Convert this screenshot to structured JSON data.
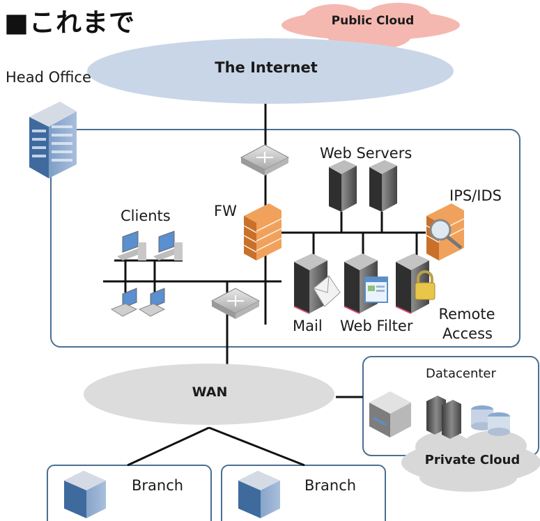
{
  "heading": "■これまで",
  "clouds": {
    "public": "Public Cloud",
    "internet": "The Internet",
    "wan": "WAN",
    "private": "Private Cloud"
  },
  "labels": {
    "head_office": "Head Office",
    "web_servers": "Web Servers",
    "ips_ids": "IPS/IDS",
    "clients": "Clients",
    "fw": "FW",
    "mail": "Mail",
    "web_filter": "Web Filter",
    "remote_line1": "Remote",
    "remote_line2": "Access",
    "datacenter": "Datacenter",
    "branch_left": "Branch",
    "branch_right": "Branch"
  },
  "colors": {
    "frame_border": "#4a6f92",
    "internet_cloud": "#c9d6e8",
    "public_cloud": "#f4b8b0",
    "wan_cloud": "#dcdcdc",
    "private_cloud": "#d8d8d8",
    "firewall": "#e08a45"
  }
}
